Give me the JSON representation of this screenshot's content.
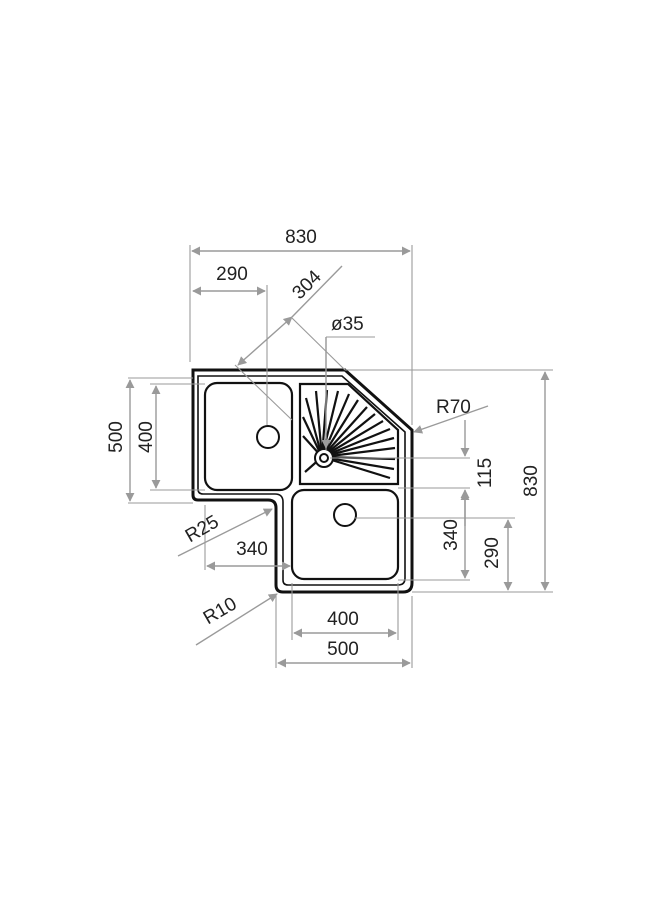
{
  "drawing": {
    "dimensions": {
      "overall_width": "830",
      "overall_height": "830",
      "bowl_offset": "290",
      "diagonal": "304",
      "drain_diameter": "ø35",
      "corner_radius_large": "R70",
      "corner_radius_inner": "R25",
      "corner_radius_small": "R10",
      "left_bowl_outer_height": "500",
      "left_bowl_inner_height": "400",
      "drainboard_height": "115",
      "lower_bowl_height": "340",
      "lower_bowl_drain_offset": "290",
      "lower_offset": "340",
      "lower_bowl_inner_width": "400",
      "lower_bowl_outer_width": "500"
    }
  }
}
